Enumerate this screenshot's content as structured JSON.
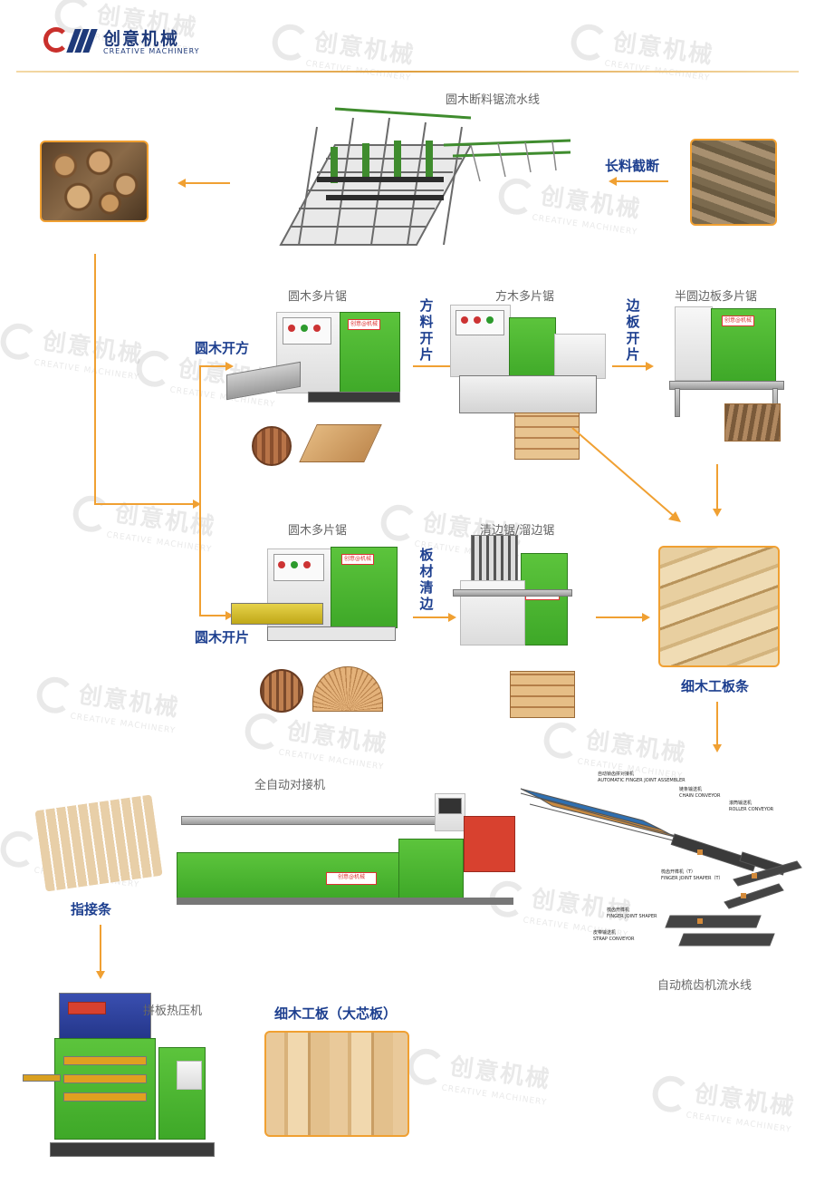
{
  "brand": {
    "name_cn": "创意机械",
    "name_en": "CREATIVE MACHINERY"
  },
  "watermark": {
    "cn": "创意机械",
    "en": "CREATIVE MACHINERY"
  },
  "stages": {
    "log_cutting_line": "圆木断料锯流水线",
    "long_cut": "长料截断",
    "round_multi_saw_1": "圆木多片锯",
    "square_multi_saw": "方木多片锯",
    "half_round_saw": "半圆边板多片锯",
    "square_open": "方料开片",
    "edge_open": "边板开片",
    "log_squaring": "圆木开方",
    "round_multi_saw_2": "圆木多片锯",
    "edging_saw": "清边锯/溜边锯",
    "board_edging": "板材清边",
    "log_slicing": "圆木开片",
    "fine_strips": "细木工板条",
    "auto_finger_jointer": "全自动对接机",
    "finger_joint": "指接条",
    "auto_comb_line": "自动梳齿机流水线",
    "hot_press": "拼板热压机",
    "final_product": "细木工板（大芯板）"
  },
  "comb_line_labels": {
    "assembler_cn": "自动锁齿拼对接机",
    "assembler_en": "AUTOMATIC FINGER JOINT ASSEMBLER",
    "chain_cn": "链条输送机",
    "chain_en": "CHAIN CONVEYOR",
    "roller_cn": "滚筒输送机",
    "roller_en": "ROLLER CONVEYOR",
    "shaper_t_cn": "梳齿开榫机（T）",
    "shaper_t_en": "FINGER JOINT SHAPER（T）",
    "shaper_cn": "梳齿开榫机",
    "shaper_en": "FINGER JOINT SHAPER",
    "strap_cn": "皮带输送机",
    "strap_en": "STRAP CONVEYOR"
  },
  "machine_brand_text": "创意@机械",
  "colors": {
    "accent": "#f0a032",
    "label_blue": "#1d3f8f",
    "machine_green": "#4cb832"
  }
}
